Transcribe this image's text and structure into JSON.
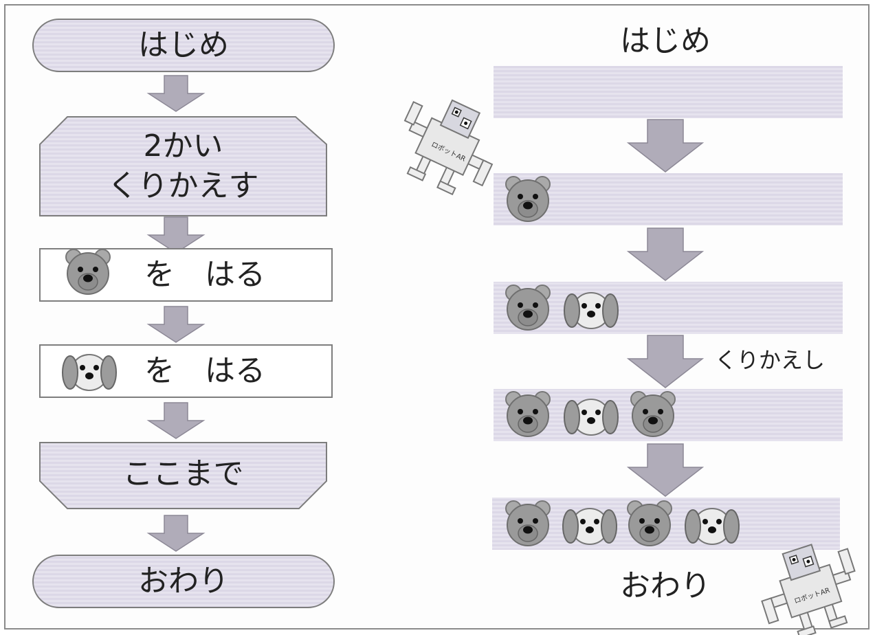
{
  "colors": {
    "shape_fill": "#e2dfeb",
    "shape_stroke": "#7d7d7d",
    "arrow_fill": "#b0acb9",
    "band_fill": "#e0dceb"
  },
  "flowchart": {
    "start": "はじめ",
    "loop": [
      "2かい",
      "くりかえす"
    ],
    "step1": "を　はる",
    "step2": "を　はる",
    "loop_end": "ここまで",
    "end": "おわり"
  },
  "steps_view": {
    "start": "はじめ",
    "repeat_label": "くりかえし",
    "end": "おわり",
    "rows": [
      [],
      [
        "bear-icon"
      ],
      [
        "bear-icon",
        "dog-icon"
      ],
      [
        "bear-icon",
        "dog-icon",
        "bear-icon"
      ],
      [
        "bear-icon",
        "dog-icon",
        "bear-icon",
        "dog-icon"
      ]
    ]
  },
  "robot": {
    "badge": "ロボットAR"
  }
}
